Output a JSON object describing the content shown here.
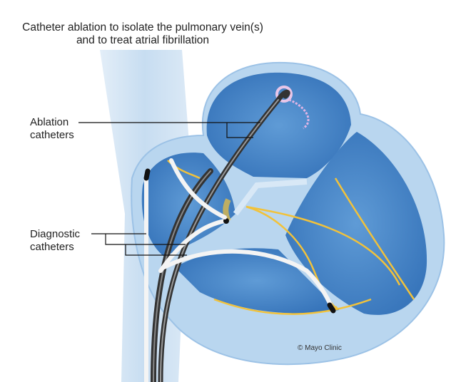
{
  "title": {
    "line1": "Catheter ablation to isolate the pulmonary vein(s)",
    "line2": "and to treat atrial fibrillation"
  },
  "labels": {
    "ablation": {
      "line1": "Ablation",
      "line2": "catheters"
    },
    "diagnostic": {
      "line1": "Diagnostic",
      "line2": "catheters"
    }
  },
  "credit": "© Mayo Clinic",
  "colors": {
    "heart_wall": "#b9d6ef",
    "chamber": "#3f7fc4",
    "conduction": "#f2c23a",
    "catheter": "#3a3a3a"
  }
}
